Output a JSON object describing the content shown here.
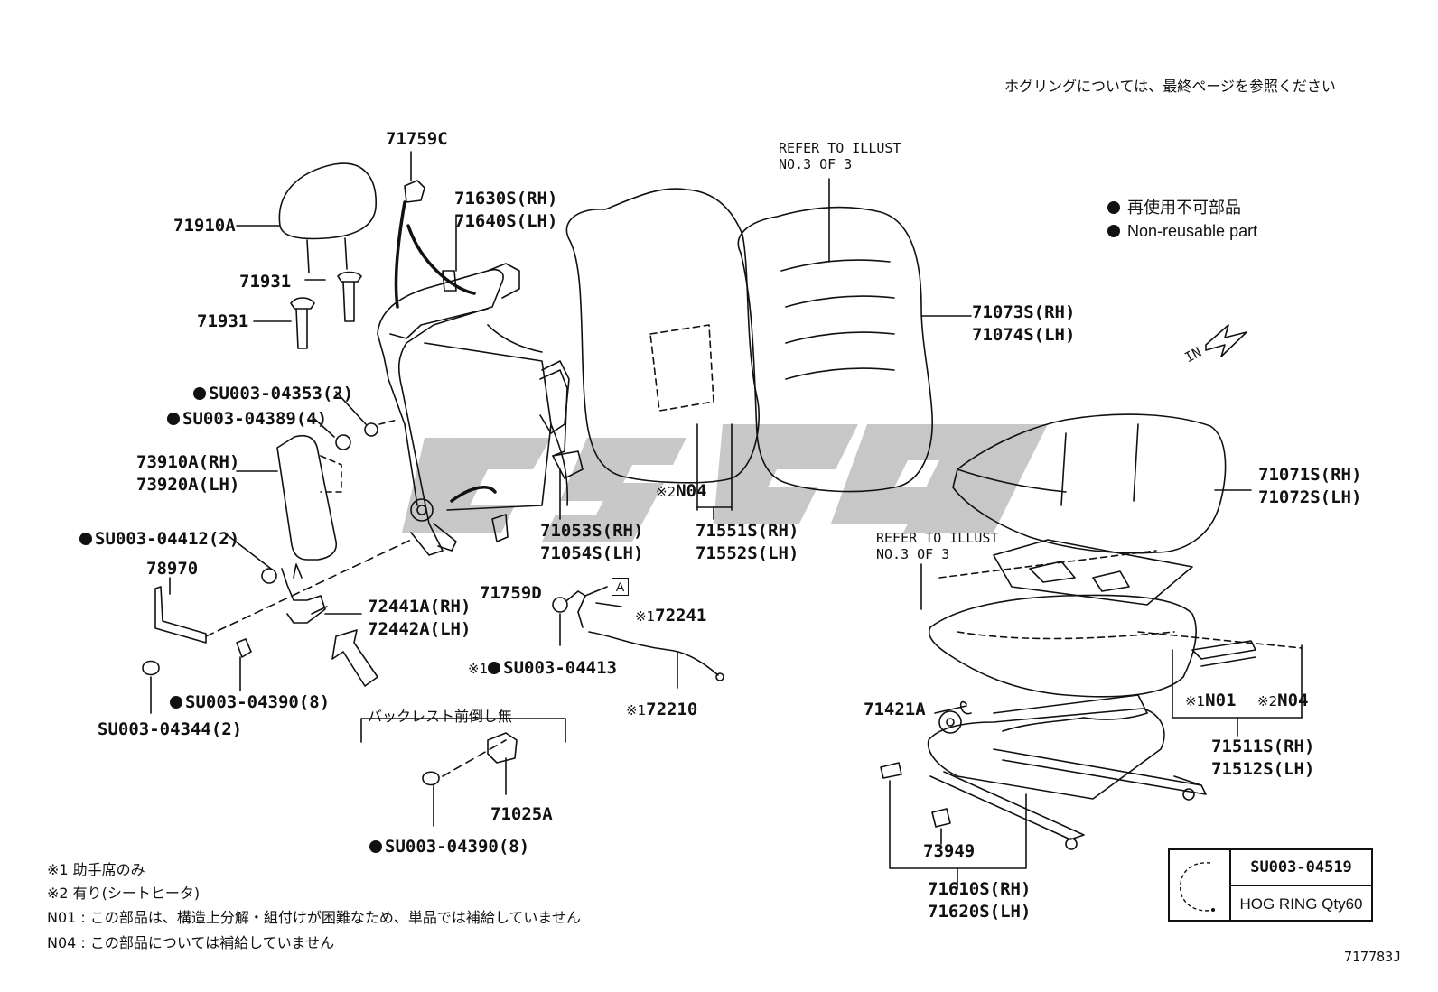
{
  "header_note": "ホグリングについては、最終ページを参照ください",
  "legend": {
    "jp": "再使用不可部品",
    "en": "Non-reusable part"
  },
  "refer_illust": {
    "line1": "REFER TO ILLUST",
    "line2": "NO.3 OF 3"
  },
  "direction_label": "IN",
  "callout_box_letter": "A",
  "parts": {
    "p71759C": "71759C",
    "p71630S": "71630S(RH)",
    "p71640S": "71640S(LH)",
    "p71910A": "71910A",
    "p71931a": "71931",
    "p71931b": "71931",
    "su04353": "SU003-04353(2)",
    "su04389": "SU003-04389(4)",
    "p73910A": "73910A(RH)",
    "p73920A": "73920A(LH)",
    "su04412": "SU003-04412(2)",
    "p78970": "78970",
    "p72441A": "72441A(RH)",
    "p72442A": "72442A(LH)",
    "su04390a": "SU003-04390(8)",
    "su04344": "SU003-04344(2)",
    "p71053S": "71053S(RH)",
    "p71054S": "71054S(LH)",
    "p71759D": "71759D",
    "n04a": "N04",
    "p71551S": "71551S(RH)",
    "p71552S": "71552S(LH)",
    "p71073S": "71073S(RH)",
    "p71074S": "71074S(LH)",
    "p71071S": "71071S(RH)",
    "p71072S": "71072S(LH)",
    "p72241": "72241",
    "su04413": "SU003-04413",
    "p72210": "72210",
    "p71025A": "71025A",
    "su04390b": "SU003-04390(8)",
    "p71421A": "71421A",
    "n01": "N01",
    "n04b": "N04",
    "p71511S": "71511S(RH)",
    "p71512S": "71512S(LH)",
    "p73949": "73949",
    "p71610S": "71610S(RH)",
    "p71620S": "71620S(LH)"
  },
  "marks": {
    "note1": "※1",
    "note2": "※2"
  },
  "backrest_note": "バックレスト前倒し無",
  "hog_ring": {
    "part": "SU003-04519",
    "desc": "HOG RING Qty60"
  },
  "footnotes": {
    "n1": "※1  助手席のみ",
    "n2": "※2  有り(シートヒータ)",
    "n01": "N01 : この部品は、構造上分解・組付けが困難なため、単品では補給していません",
    "n04": "N04 : この部品については補給していません"
  },
  "drawing_id": "717783J",
  "watermark_color": "#b0b0b0"
}
